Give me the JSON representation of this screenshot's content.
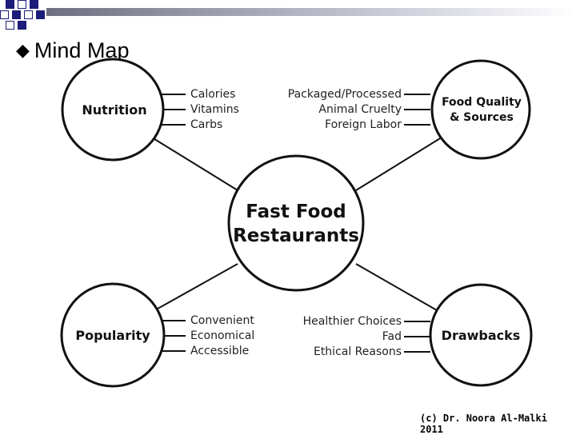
{
  "slide": {
    "title": "Mind Map",
    "title_bullet": "◆",
    "footer": "(c) Dr. Noora Al-Malki 2011"
  },
  "mind_map": {
    "center": {
      "line1": "Fast Food",
      "line2": "Restaurants"
    },
    "nodes": {
      "nutrition": {
        "label": "Nutrition",
        "items": [
          "Calories",
          "Vitamins",
          "Carbs"
        ]
      },
      "quality": {
        "line1": "Food Quality",
        "line2": "& Sources",
        "items": [
          "Packaged/Processed",
          "Animal Cruelty",
          "Foreign Labor"
        ]
      },
      "popularity": {
        "label": "Popularity",
        "items": [
          "Convenient",
          "Economical",
          "Accessible"
        ]
      },
      "drawbacks": {
        "label": "Drawbacks",
        "items": [
          "Healthier Choices",
          "Fad",
          "Ethical Reasons"
        ]
      }
    }
  },
  "colors": {
    "accent_dark": "#1c1c7a",
    "stroke": "#111111"
  }
}
